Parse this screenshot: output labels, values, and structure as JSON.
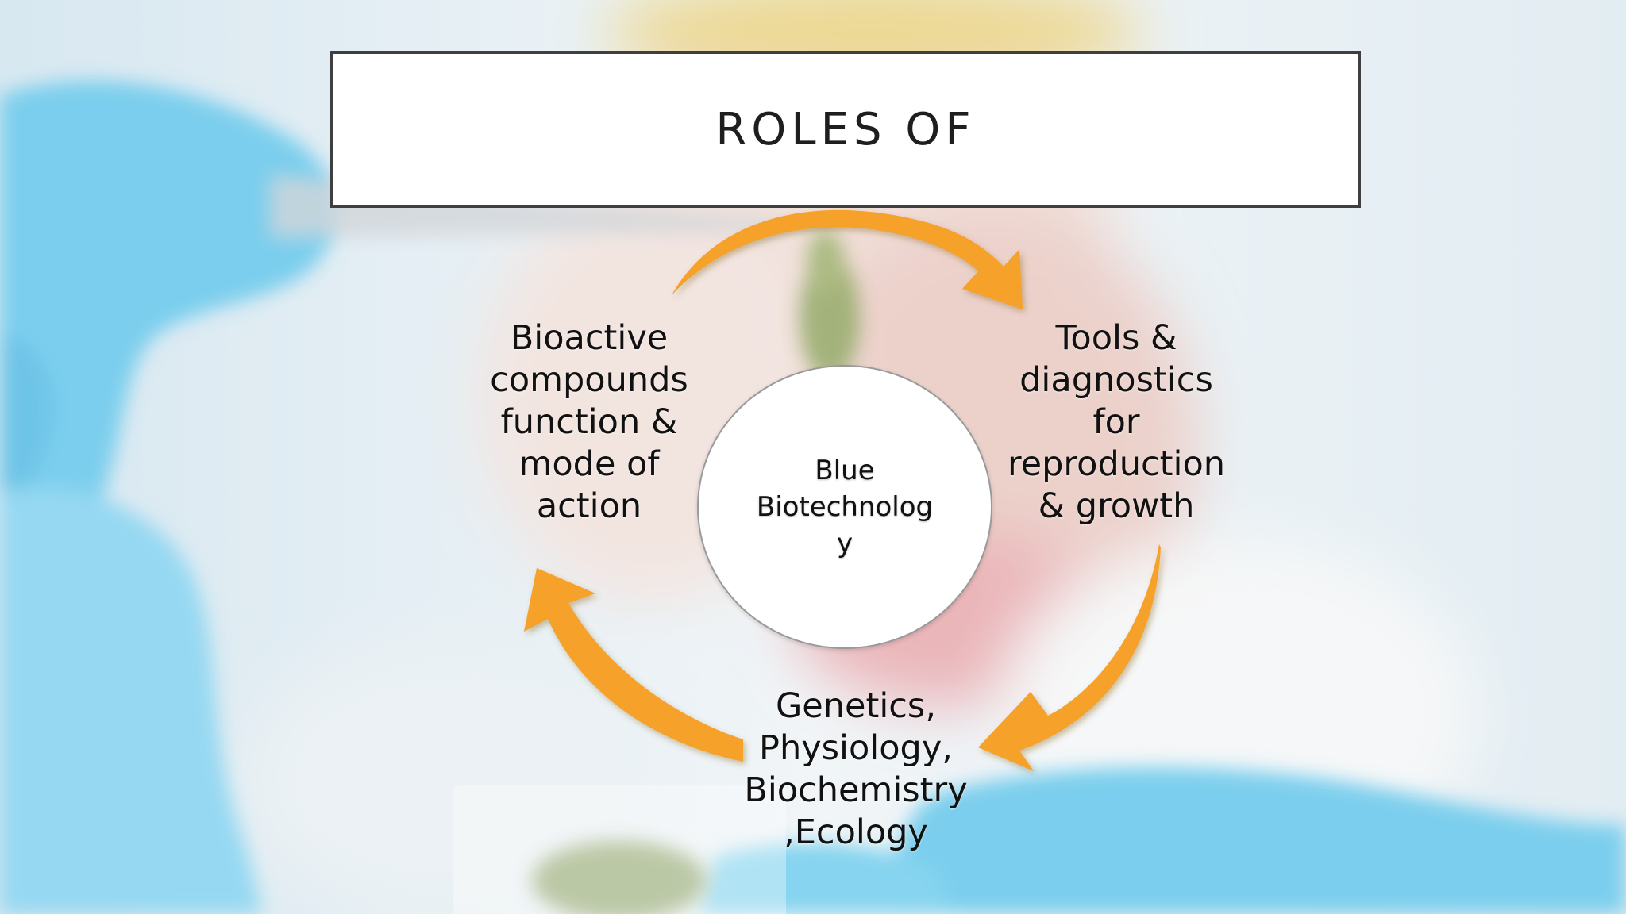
{
  "slide": {
    "title": "ROLES OF",
    "center": {
      "label": "Blue Biotechnolog y",
      "lines": [
        "Blue",
        "Biotechnolog",
        "y"
      ]
    },
    "nodes": {
      "left": {
        "lines": [
          "Bioactive",
          "compounds",
          "function &",
          "mode of",
          "action"
        ]
      },
      "right": {
        "lines": [
          "Tools &",
          "diagnostics",
          "for",
          "reproduction",
          "& growth"
        ]
      },
      "bottom": {
        "lines": [
          "Genetics,",
          "Physiology,",
          "Biochemistry",
          ",Ecology"
        ]
      }
    },
    "colors": {
      "arrow": "#f5a12a",
      "arrow_shadow": "#d98612",
      "title_border": "#3f3f3f",
      "glove": "#5ec4ea",
      "background": "#e9eef1"
    }
  }
}
